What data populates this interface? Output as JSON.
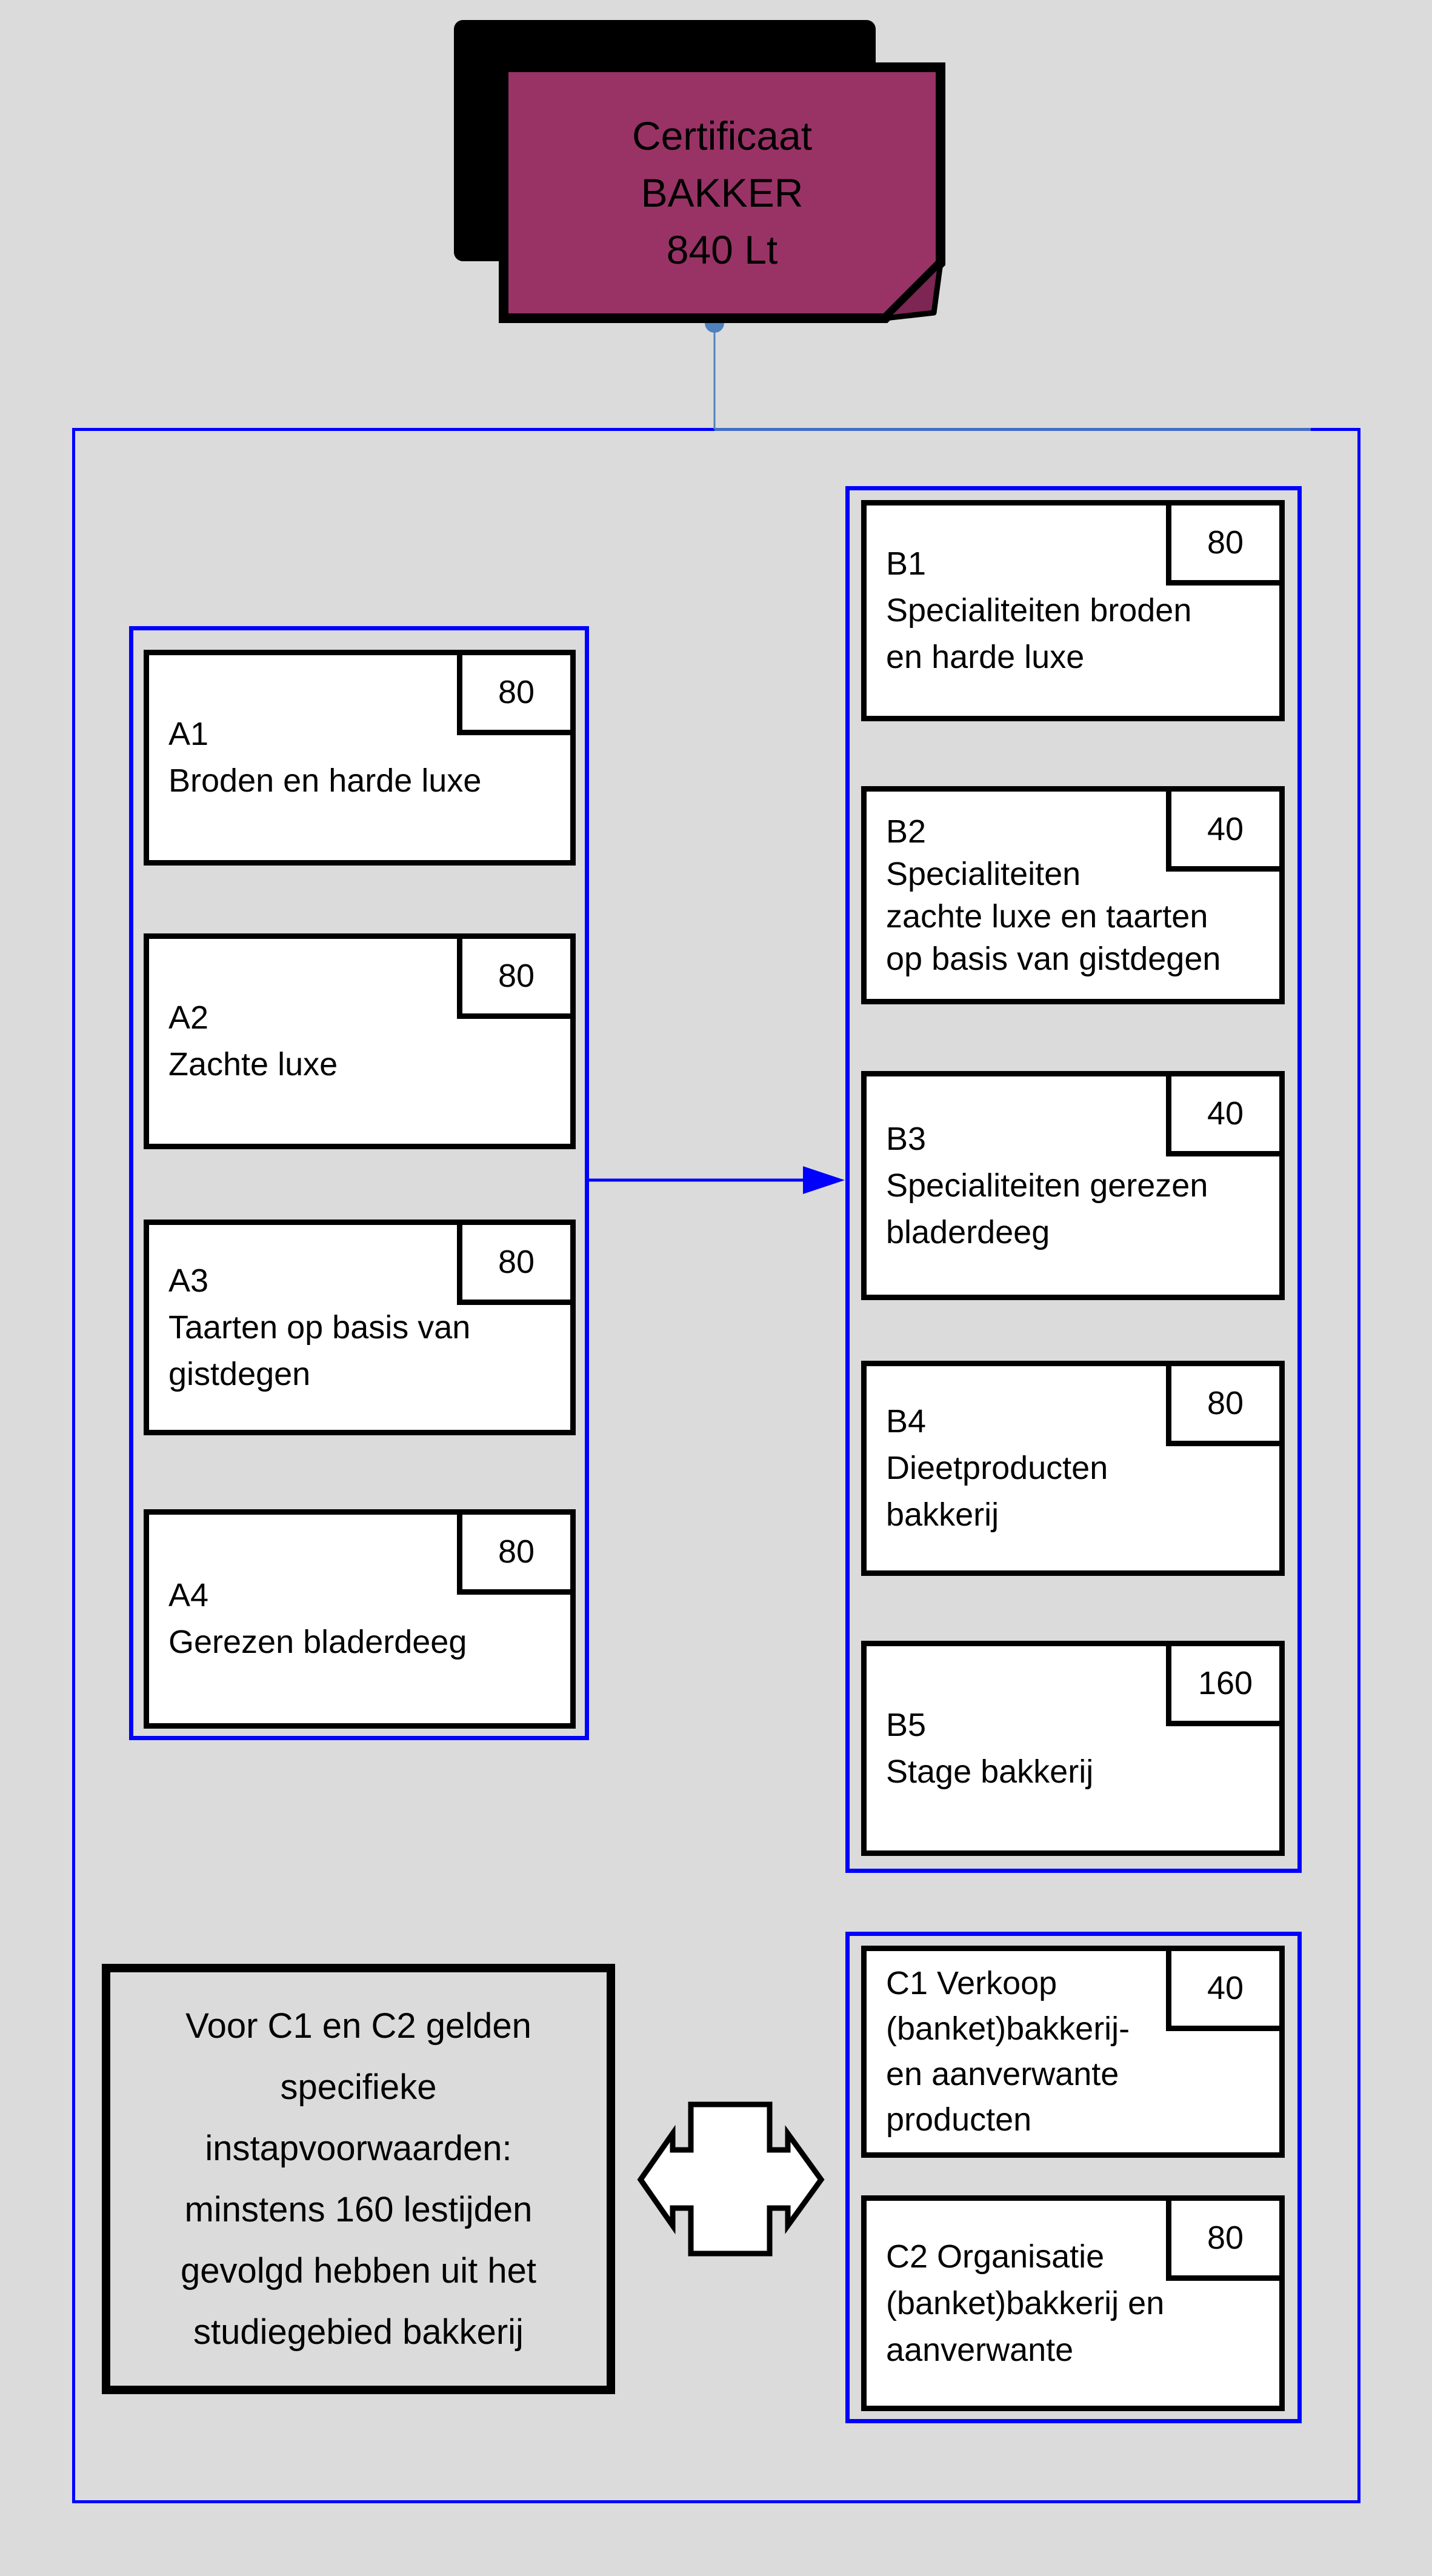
{
  "certificate": {
    "lines": [
      "Certificaat",
      "BAKKER",
      "840 Lt"
    ]
  },
  "modules": {
    "a": [
      {
        "lines": [
          "A1",
          "Broden en harde luxe"
        ],
        "hours": "80"
      },
      {
        "lines": [
          "A2",
          "Zachte luxe"
        ],
        "hours": "80"
      },
      {
        "lines": [
          "A3",
          "Taarten op basis van",
          "gistdegen"
        ],
        "hours": "80"
      },
      {
        "lines": [
          "A4",
          "Gerezen bladerdeeg"
        ],
        "hours": "80"
      }
    ],
    "b": [
      {
        "lines": [
          "B1",
          "Specialiteiten broden",
          "en harde luxe"
        ],
        "hours": "80"
      },
      {
        "lines": [
          "B2",
          "Specialiteiten",
          "zachte luxe en taarten",
          "op basis van gistdegen"
        ],
        "hours": "40"
      },
      {
        "lines": [
          "B3",
          "Specialiteiten gerezen",
          "bladerdeeg"
        ],
        "hours": "40"
      },
      {
        "lines": [
          "B4",
          "Dieetproducten",
          "bakkerij"
        ],
        "hours": "80"
      },
      {
        "lines": [
          "B5",
          "Stage bakkerij"
        ],
        "hours": "160"
      }
    ],
    "c": [
      {
        "lines": [
          "C1 Verkoop",
          "(banket)bakkerij-",
          "en aanverwante",
          "producten"
        ],
        "hours": "40"
      },
      {
        "lines": [
          "C2 Organisatie",
          "(banket)bakkerij en",
          "aanverwante"
        ],
        "hours": "80"
      }
    ]
  },
  "note": {
    "lines": [
      "Voor C1 en C2 gelden",
      "specifieke",
      "instapvoorwaarden:",
      "minstens 160 lestijden",
      "gevolgd hebben uit het",
      "studiegebied bakkerij"
    ]
  },
  "colors": {
    "background": "#dbdbdb",
    "frame_blue": "#0000ff",
    "connector_blue": "#4f81bd",
    "certificate_maroon": "#993366",
    "certificate_fold": "#7d2653",
    "box_border": "#000000",
    "box_fill": "#ffffff"
  }
}
